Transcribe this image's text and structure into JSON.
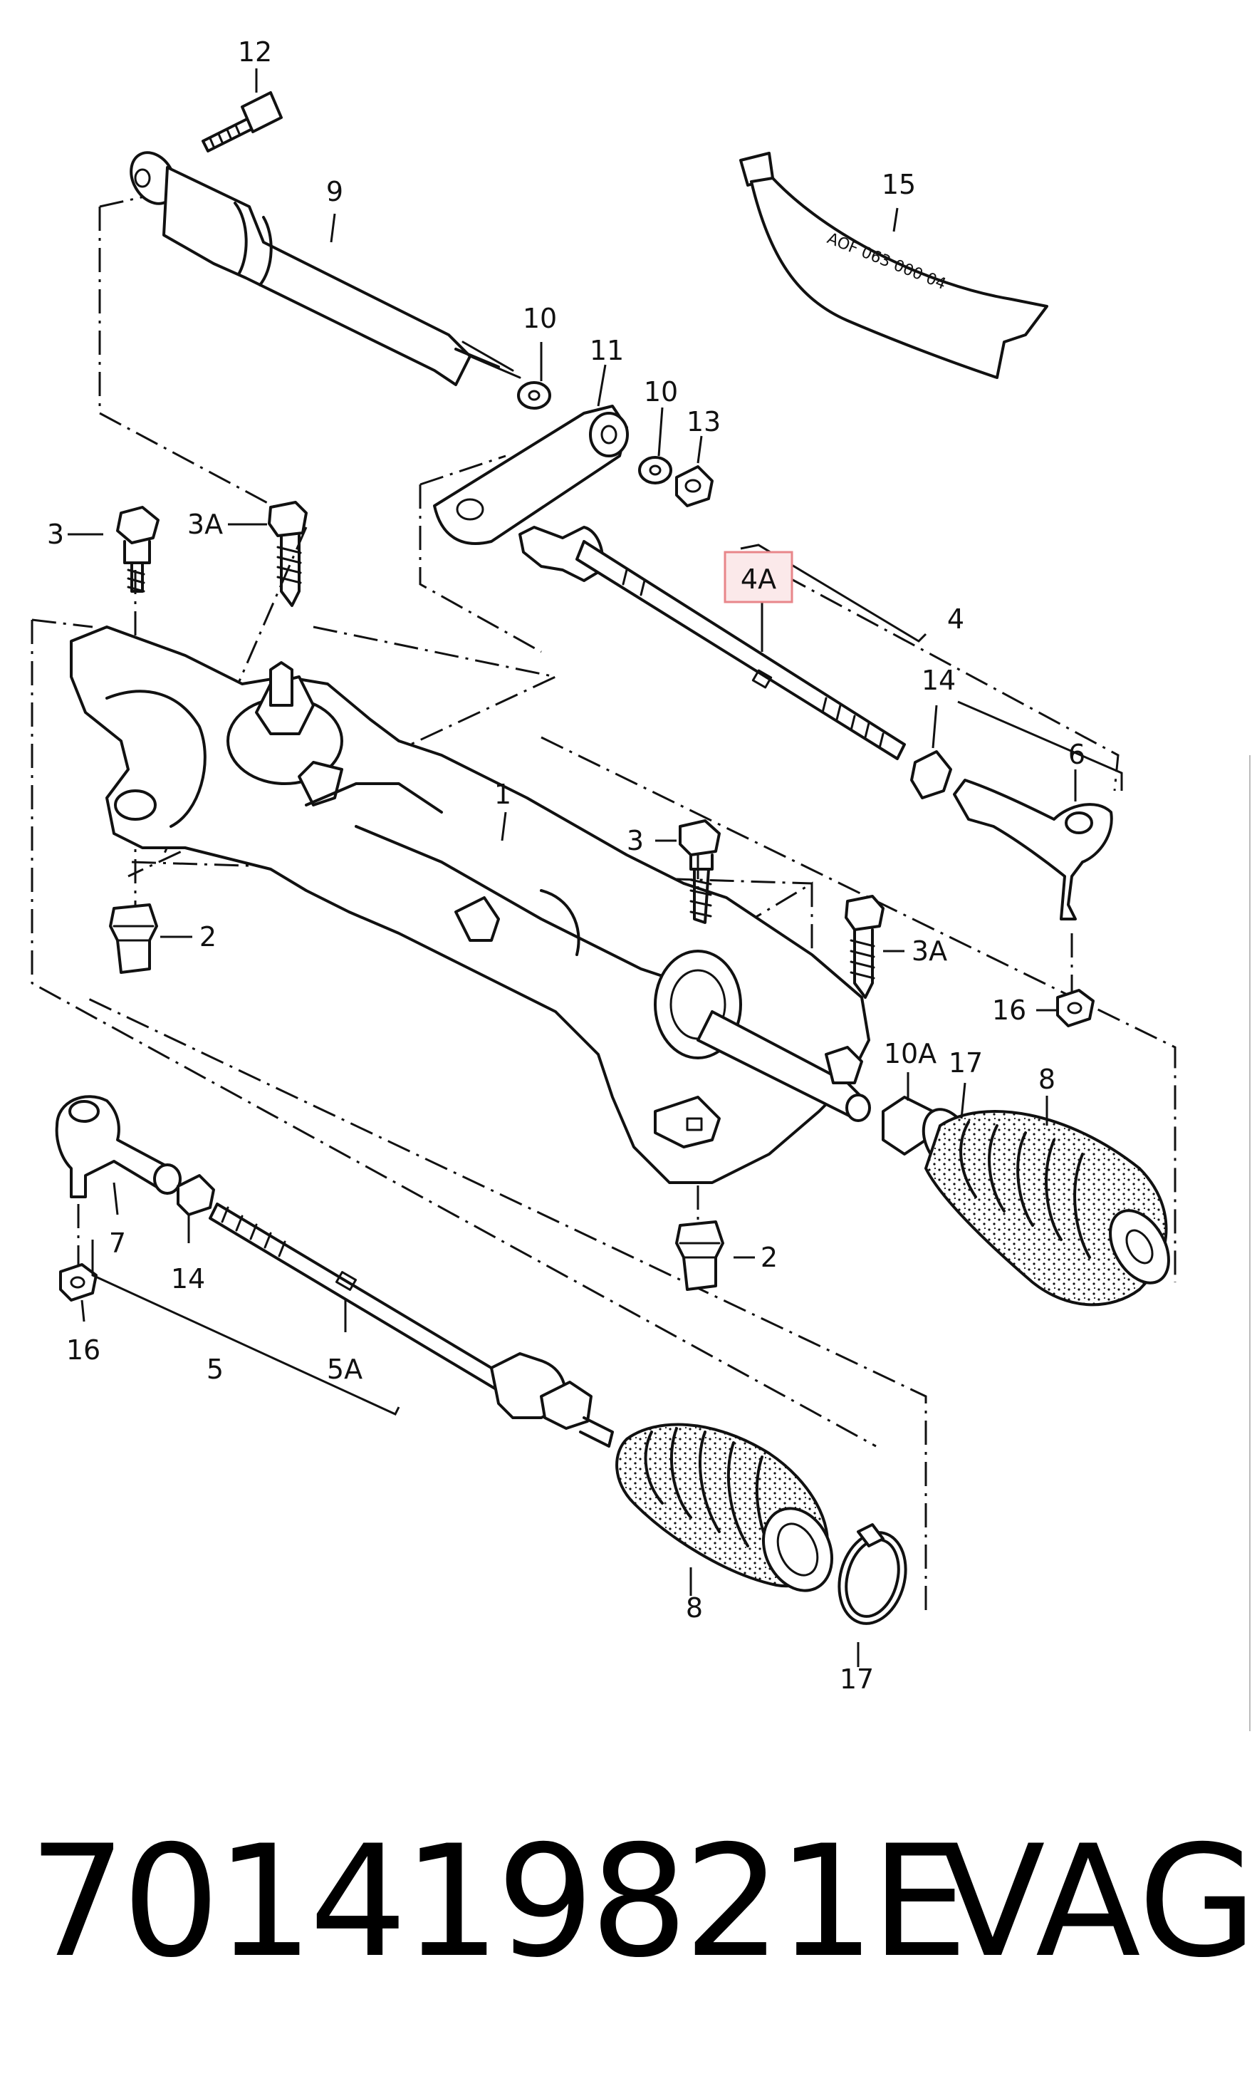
{
  "diagram": {
    "callouts": [
      {
        "id": "12",
        "text": "12"
      },
      {
        "id": "9",
        "text": "9"
      },
      {
        "id": "15",
        "text": "15"
      },
      {
        "id": "tube",
        "text": "AOF 063 000 04"
      },
      {
        "id": "10a",
        "text": "10"
      },
      {
        "id": "11",
        "text": "11"
      },
      {
        "id": "10b",
        "text": "10"
      },
      {
        "id": "13",
        "text": "13"
      },
      {
        "id": "3a",
        "text": "3"
      },
      {
        "id": "3A-a",
        "text": "3A"
      },
      {
        "id": "4A",
        "text": "4A"
      },
      {
        "id": "4",
        "text": "4"
      },
      {
        "id": "14a",
        "text": "14"
      },
      {
        "id": "6",
        "text": "6"
      },
      {
        "id": "1",
        "text": "1"
      },
      {
        "id": "3b",
        "text": "3"
      },
      {
        "id": "2a",
        "text": "2"
      },
      {
        "id": "3A-b",
        "text": "3A"
      },
      {
        "id": "16a",
        "text": "16"
      },
      {
        "id": "10A",
        "text": "10A"
      },
      {
        "id": "17a",
        "text": "17"
      },
      {
        "id": "8a",
        "text": "8"
      },
      {
        "id": "7",
        "text": "7"
      },
      {
        "id": "14b",
        "text": "14"
      },
      {
        "id": "16b",
        "text": "16"
      },
      {
        "id": "5",
        "text": "5"
      },
      {
        "id": "5A",
        "text": "5A"
      },
      {
        "id": "2b",
        "text": "2"
      },
      {
        "id": "8b",
        "text": "8"
      },
      {
        "id": "17b",
        "text": "17"
      }
    ],
    "highlight_color": "#e8868a"
  },
  "footer": {
    "part_number": "701419821E",
    "brand": "VAG"
  }
}
